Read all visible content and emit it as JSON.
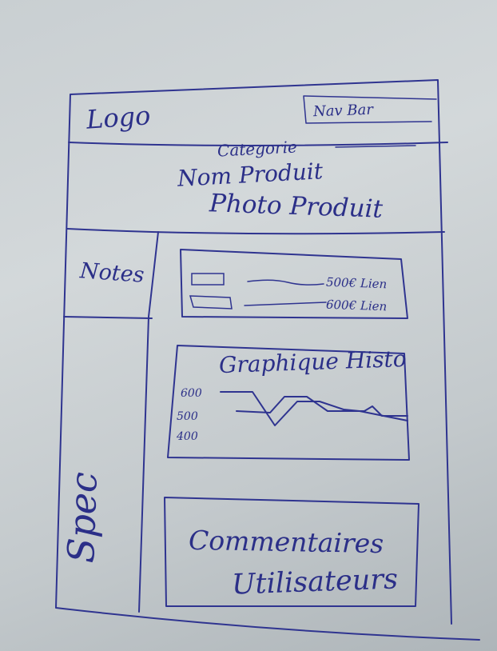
{
  "header": {
    "logo": "Logo",
    "nav_button": "Nav Bar"
  },
  "product": {
    "category": "Categorie",
    "name": "Nom Produit",
    "photo": "Photo Produit"
  },
  "notes": {
    "label": "Notes"
  },
  "offers": [
    {
      "price": "500€ Lien"
    },
    {
      "price": "600€ Lien"
    }
  ],
  "chart": {
    "title": "Graphique Histo",
    "y_ticks": [
      "600",
      "500",
      "400"
    ]
  },
  "spec": {
    "label": "Spec"
  },
  "comments": {
    "line1": "Commentaires",
    "line2": "Utilisateurs"
  },
  "colors": {
    "ink": "#2f3490",
    "paper": "#cfd4d6"
  }
}
